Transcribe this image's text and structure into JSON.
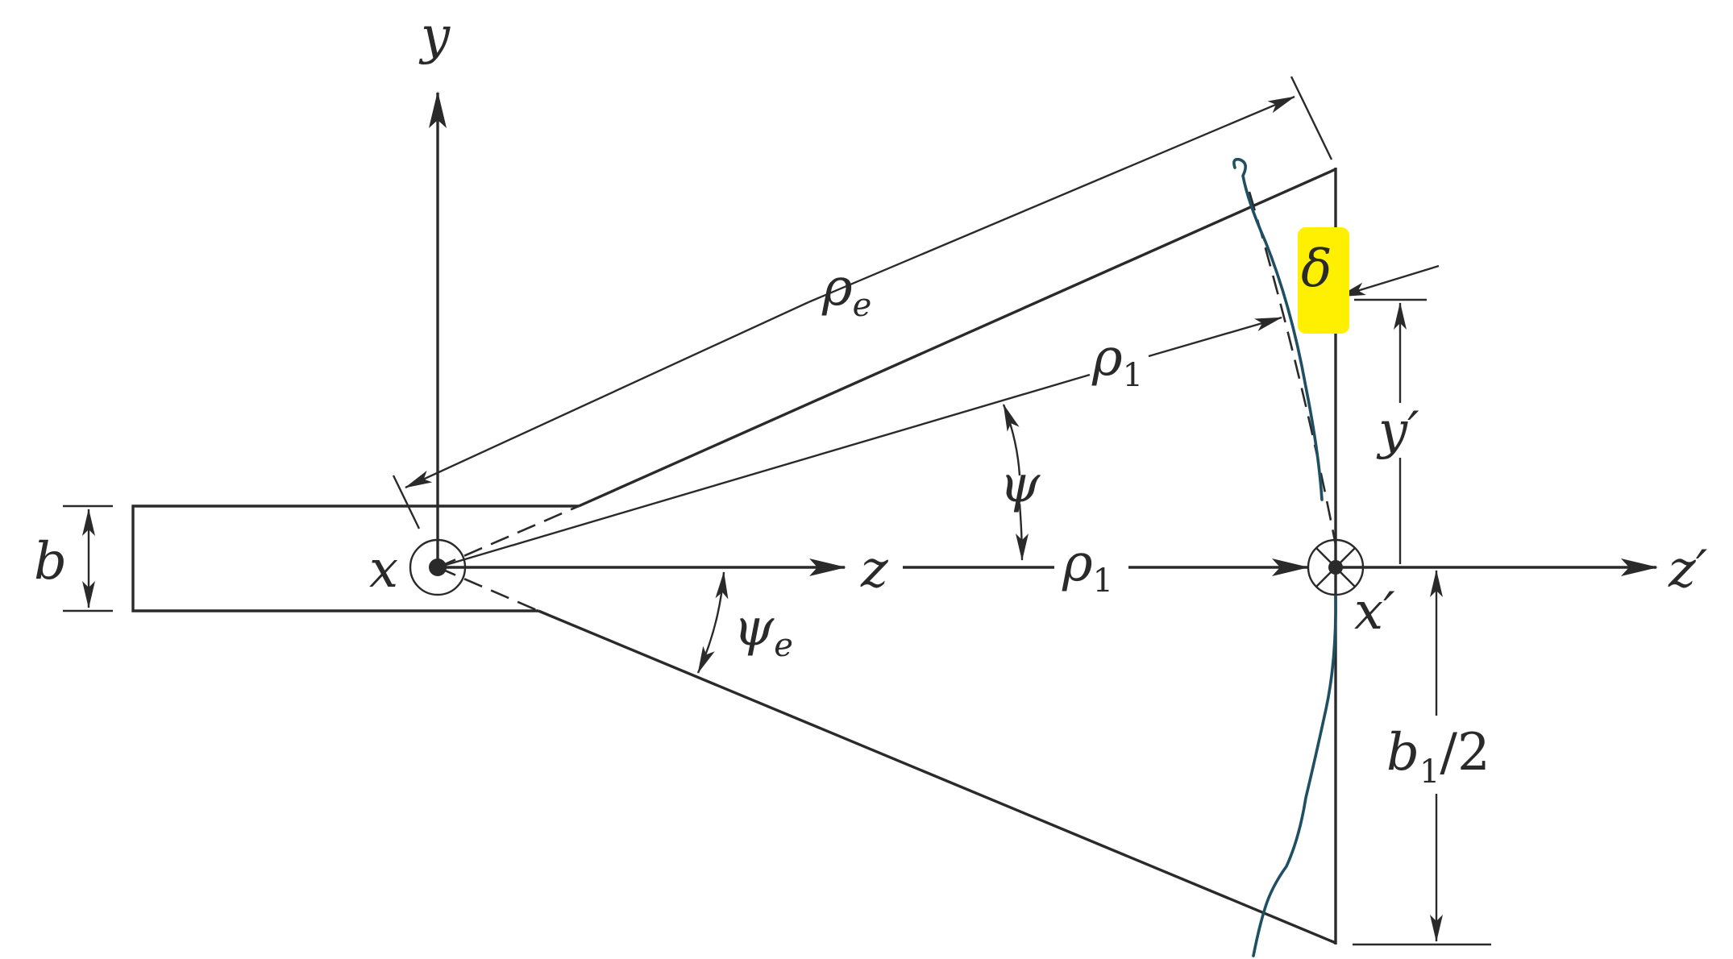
{
  "labels": {
    "y": "y",
    "x": "x",
    "z": "z",
    "z_prime": "z′",
    "x_prime": "x′",
    "y_prime": "y′",
    "b": "b",
    "b1_half": {
      "b": "b",
      "sub": "1",
      "rest": "/2"
    },
    "rho_e": {
      "main": "ρ",
      "sub": "e"
    },
    "rho_1_upper": {
      "main": "ρ",
      "sub": "1"
    },
    "rho_1_axis": {
      "main": "ρ",
      "sub": "1"
    },
    "psi": "ψ",
    "psi_e": {
      "main": "ψ",
      "sub": "e"
    },
    "delta": "δ"
  },
  "colors": {
    "ink": "#2a2a2a",
    "highlight": "#ffef00",
    "pen": "#1f4f63"
  }
}
